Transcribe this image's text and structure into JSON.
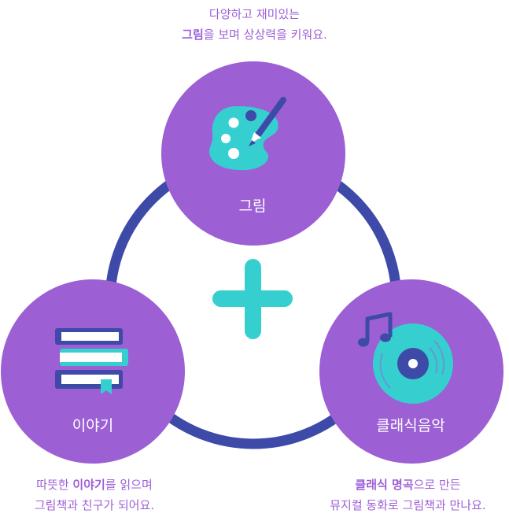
{
  "diagram": {
    "nodes": [
      {
        "id": "drawing",
        "label": "그림",
        "icon": "palette-icon"
      },
      {
        "id": "story",
        "label": "이야기",
        "icon": "books-icon"
      },
      {
        "id": "music",
        "label": "클래식음악",
        "icon": "music-record-icon"
      }
    ],
    "center_symbol": "plus-icon"
  },
  "captions": {
    "top": {
      "line1": "다양하고 재미있는",
      "line2_bold": "그림",
      "line2_rest": "을 보며 상상력을 키워요."
    },
    "left": {
      "line1_pre": "따뜻한 ",
      "line1_bold": "이야기",
      "line1_rest": "를 읽으며",
      "line2": "그림책과 친구가 되어요."
    },
    "right": {
      "line1_bold": "클래식 명곡",
      "line1_rest": "으로 만든",
      "line2": "뮤지컬 동화로 그림책과 만나요."
    }
  },
  "colors": {
    "circle_fill": "#9c5fd4",
    "ring_stroke": "#3e4aa8",
    "teal": "#36cfd0",
    "caption_purple": "#9d5fd6",
    "icon_navy": "#3e4aa8"
  }
}
